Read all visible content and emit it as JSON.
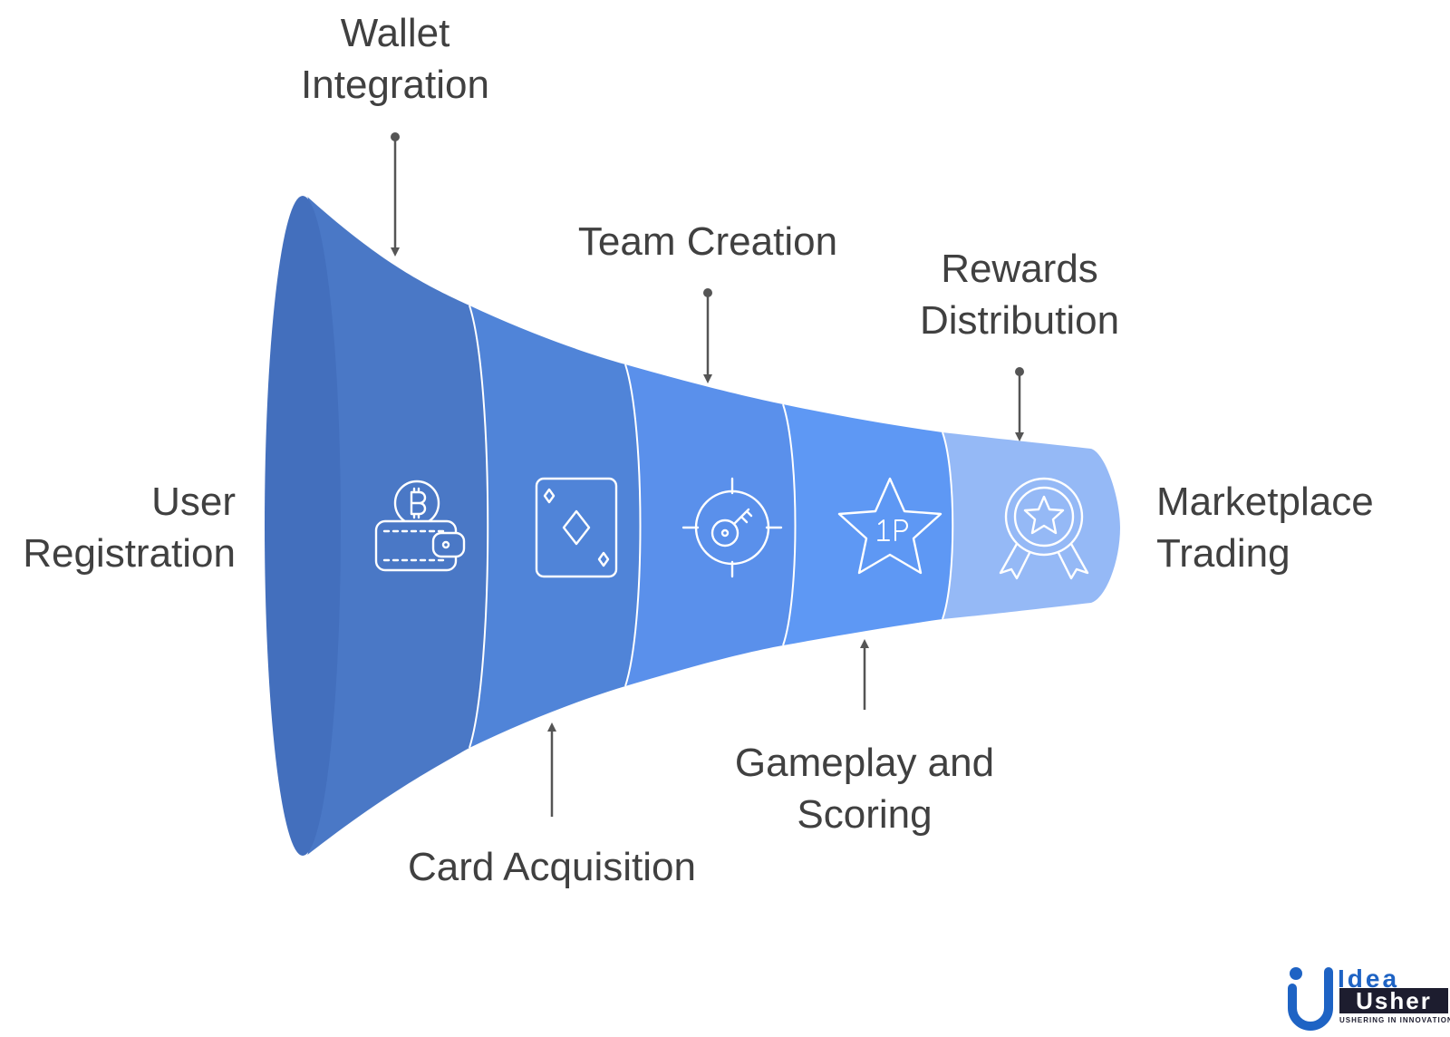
{
  "stages": [
    {
      "name": "user-registration",
      "label": [
        "User",
        "Registration"
      ],
      "icon": "wallet-bitcoin-icon",
      "color": "#4a78c6"
    },
    {
      "name": "wallet-integration",
      "label": [
        "Wallet",
        "Integration"
      ],
      "icon": "playing-card-icon",
      "color": "#5084d8"
    },
    {
      "name": "card-acquisition",
      "label": [
        "Card Acquisition"
      ],
      "icon": "target-key-icon",
      "color": "#5a90eb"
    },
    {
      "name": "team-creation",
      "label": [
        "Team Creation"
      ],
      "icon": "star-1p-icon",
      "color": "#5e98f4"
    },
    {
      "name": "gameplay-and-scoring",
      "label": [
        "Gameplay and",
        "Scoring"
      ],
      "icon": "award-badge-icon",
      "color": "#95b9f6"
    },
    {
      "name": "rewards-distribution",
      "label": [
        "Rewards",
        "Distribution"
      ]
    },
    {
      "name": "marketplace-trading",
      "label": [
        "Marketplace",
        "Trading"
      ]
    }
  ],
  "logo": {
    "line1": "Idea",
    "line2": "Usher",
    "tagline": "USHERING IN INNOVATION"
  }
}
